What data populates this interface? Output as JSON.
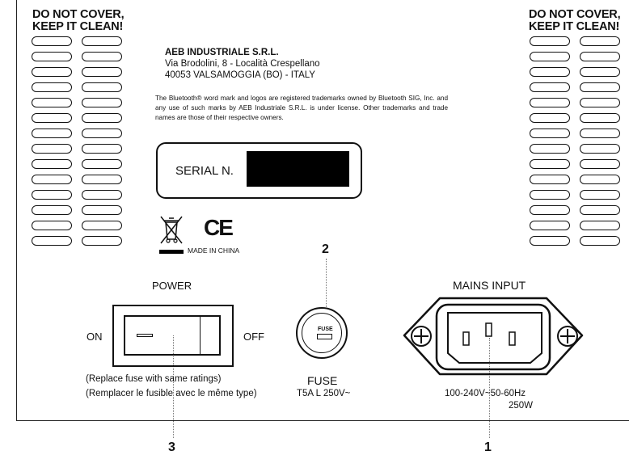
{
  "warning": {
    "line1": "DO NOT COVER,",
    "line2": "KEEP IT CLEAN!"
  },
  "company": {
    "name": "AEB INDUSTRIALE S.R.L.",
    "address1": "Via Brodolini, 8 - Località Crespellano",
    "address2": "40053 VALSAMOGGIA (BO) - ITALY"
  },
  "legal": "The Bluetooth® word mark and logos are registered trademarks owned by Bluetooth SIG, Inc. and any use of such marks by AEB Industriale S.R.L. is under license. Other trademarks and trade names are those of their respective owners.",
  "serial": {
    "label": "SERIAL N."
  },
  "marks": {
    "ce": "CE",
    "made_in": "MADE IN CHINA"
  },
  "callouts": {
    "one": "1",
    "two": "2",
    "three": "3"
  },
  "power": {
    "title": "POWER",
    "on": "ON",
    "off": "OFF",
    "note1": "(Replace fuse with same ratings)",
    "note2": "(Remplacer le fusible avec le même type)"
  },
  "fuse": {
    "title": "FUSE",
    "rating": "T5A L 250V~",
    "cap_label": "FUSE"
  },
  "mains": {
    "title": "MAINS INPUT",
    "spec1": "100-240V~50-60Hz",
    "spec2": "250W"
  }
}
